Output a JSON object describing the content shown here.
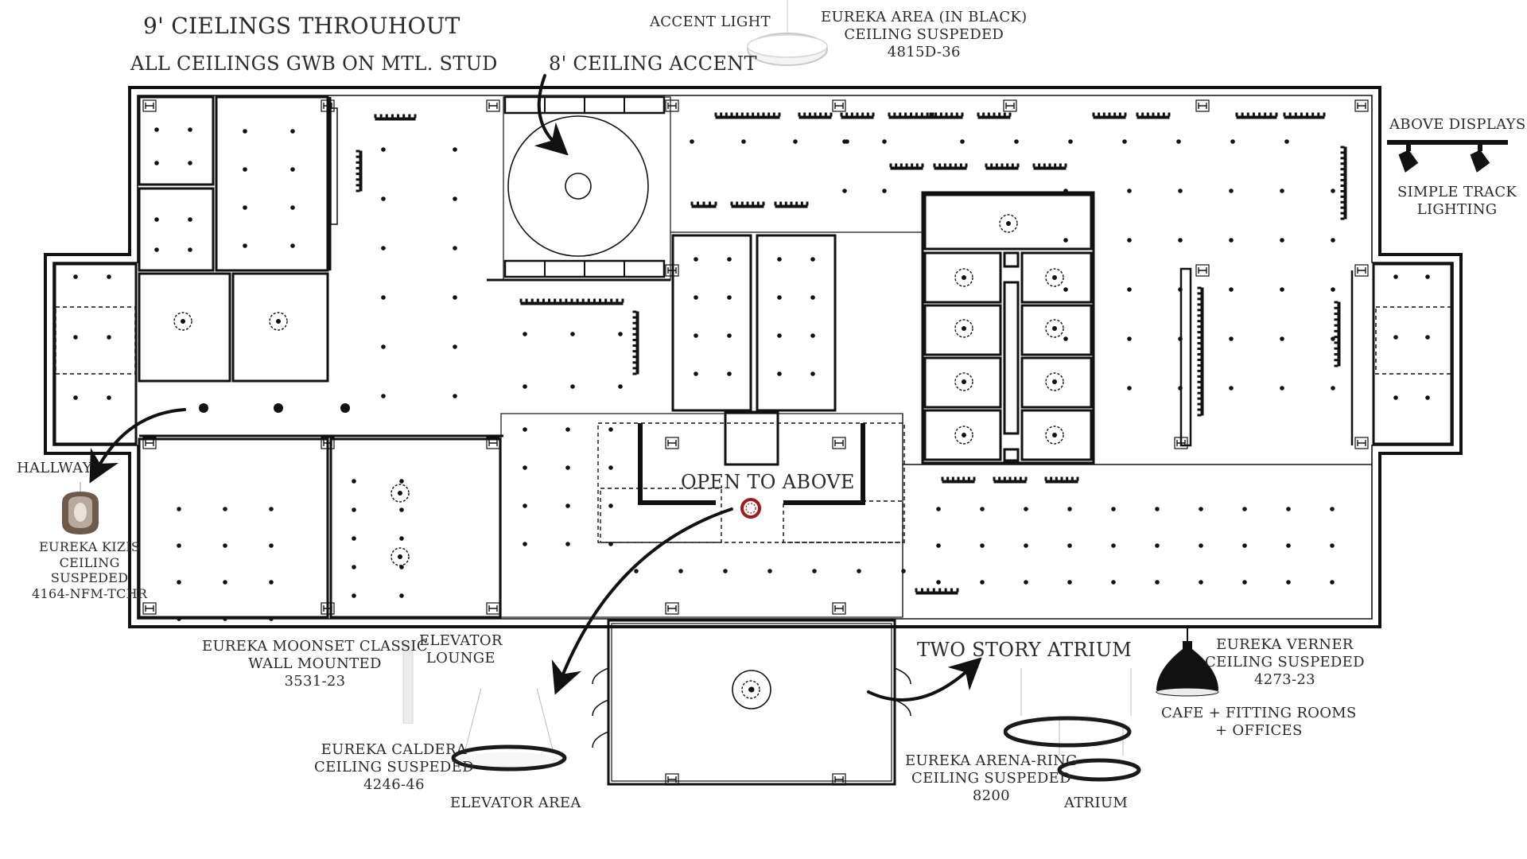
{
  "notes": {
    "ceilings": "9' CIELINGS THROUHOUT",
    "gwb": "ALL CEILINGS GWB ON MTL. STUD",
    "ceiling_accent": "8' CEILING ACCENT"
  },
  "fixtures": {
    "accent_light": "ACCENT LIGHT",
    "eureka_area": [
      "EUREKA AREA (IN BLACK)",
      "CEILING SUSPEDED",
      "4815D-36"
    ],
    "above_displays": "ABOVE DISPLAYS",
    "track": [
      "SIMPLE TRACK",
      "LIGHTING"
    ],
    "hallway": "HALLWAY",
    "kizis": [
      "EUREKA KIZIS",
      "CEILING",
      "SUSPEDED",
      "4164-NFM-TCHR"
    ],
    "open_to_above": "OPEN TO ABOVE",
    "moonset": [
      "EUREKA MOONSET CLASSIC",
      "WALL MOUNTED",
      "3531-23"
    ],
    "elevator_lounge": [
      "ELEVATOR",
      "LOUNGE"
    ],
    "caldera": [
      "EUREKA CALDERA",
      "CEILING SUSPEDED",
      "4246-46"
    ],
    "elevator_area": "ELEVATOR AREA",
    "two_story_atrium": "TWO STORY ATRIUM",
    "arena_ring": [
      "EUREKA ARENA-RING",
      "CEILING SUSPEDED",
      "8200"
    ],
    "atrium": "ATRIUM",
    "verner": [
      "EUREKA VERNER",
      "CEILING SUSPEDED",
      "4273-23"
    ],
    "cafe": [
      "CAFE + FITTING ROOMS",
      "+ OFFICES"
    ]
  },
  "colors": {
    "line": "#111111",
    "text": "#2a2a2a",
    "accent_ring": "#9b1c1c",
    "fixture_black": "#1a1a1a",
    "fixture_grey": "#b9b9b9",
    "kizis_bronze": "#6e5a4a"
  }
}
